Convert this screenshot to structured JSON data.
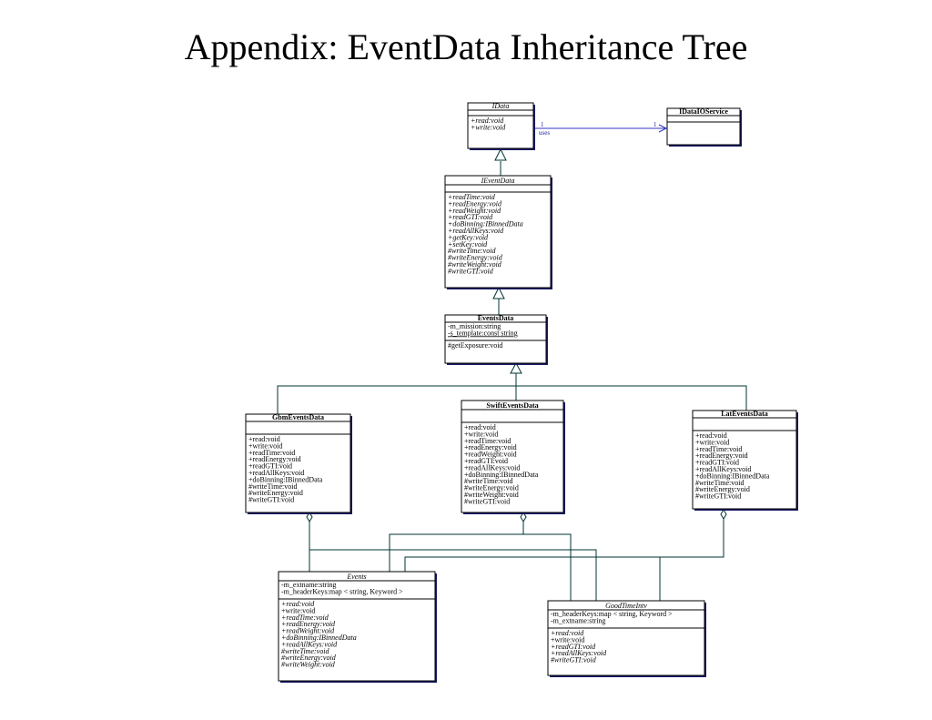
{
  "title": "Appendix: EventData Inheritance Tree",
  "colors": {
    "box_stroke": "#000000",
    "shadow": "#1a1a66",
    "assoc": "#3333cc",
    "line": "#003333"
  },
  "association": {
    "from_mult": "1",
    "label": "uses",
    "to_mult": "1"
  },
  "classes": {
    "idata": {
      "name": "IData",
      "italic": true,
      "attributes": [],
      "operations": [
        {
          "t": "+read:void",
          "s": "it"
        },
        {
          "t": "+write:void",
          "s": "it"
        }
      ]
    },
    "idataio": {
      "name": "IDataIOService",
      "italic": false,
      "attributes": [],
      "operations": []
    },
    "ieventdata": {
      "name": "IEventData",
      "italic": true,
      "attributes": [],
      "operations": [
        {
          "t": "+readTime:void",
          "s": "it"
        },
        {
          "t": "+readEnergy:void",
          "s": "it"
        },
        {
          "t": "+readWeight:void",
          "s": "it"
        },
        {
          "t": "+readGTI:void",
          "s": "it"
        },
        {
          "t": "+doBinning:IBinnedData",
          "s": "it"
        },
        {
          "t": "+readAllKeys:void",
          "s": "it"
        },
        {
          "t": "+getKey:void",
          "s": "it"
        },
        {
          "t": "+setKey:void",
          "s": "it"
        },
        {
          "t": "#writeTime:void",
          "s": "it"
        },
        {
          "t": "#writeEnergy:void",
          "s": "it"
        },
        {
          "t": "#writeWeight:void",
          "s": "it"
        },
        {
          "t": "#writeGTI:void",
          "s": "it"
        }
      ]
    },
    "eventsdata": {
      "name": "EventsData",
      "italic": false,
      "attributes": [
        {
          "t": "-m_mission:string",
          "s": "n"
        },
        {
          "t": "-s_template:const string",
          "s": "u"
        }
      ],
      "operations": [
        {
          "t": "#getExposure:void",
          "s": "n"
        }
      ]
    },
    "gbm": {
      "name": "GbmEventsData",
      "italic": false,
      "attributes": [],
      "operations": [
        {
          "t": "+read:void",
          "s": "n"
        },
        {
          "t": "+write:void",
          "s": "n"
        },
        {
          "t": "+readTime:void",
          "s": "n"
        },
        {
          "t": "+readEnergy:void",
          "s": "n"
        },
        {
          "t": "+readGTI:void",
          "s": "n"
        },
        {
          "t": "+readAllKeys:void",
          "s": "n"
        },
        {
          "t": "+doBinning:IBinnedData",
          "s": "n"
        },
        {
          "t": "#writeTime:void",
          "s": "n"
        },
        {
          "t": "#writeEnergy:void",
          "s": "n"
        },
        {
          "t": "#writeGTI:void",
          "s": "n"
        }
      ]
    },
    "swift": {
      "name": "SwiftEventsData",
      "italic": false,
      "attributes": [],
      "operations": [
        {
          "t": "+read:void",
          "s": "n"
        },
        {
          "t": "+write:void",
          "s": "n"
        },
        {
          "t": "+readTime:void",
          "s": "n"
        },
        {
          "t": "+readEnergy:void",
          "s": "n"
        },
        {
          "t": "+readWeight:void",
          "s": "n"
        },
        {
          "t": "+readGTI:void",
          "s": "n"
        },
        {
          "t": "+readAllKeys:void",
          "s": "n"
        },
        {
          "t": "+doBinning:IBinnedData",
          "s": "n"
        },
        {
          "t": "#writeTime:void",
          "s": "n"
        },
        {
          "t": "#writeEnergy:void",
          "s": "n"
        },
        {
          "t": "#writeWeight:void",
          "s": "n"
        },
        {
          "t": "#writeGTI:void",
          "s": "n"
        }
      ]
    },
    "lat": {
      "name": "LatEventsData",
      "italic": false,
      "attributes": [],
      "operations": [
        {
          "t": "+read:void",
          "s": "n"
        },
        {
          "t": "+write:void",
          "s": "n"
        },
        {
          "t": "+readTime:void",
          "s": "n"
        },
        {
          "t": "+readEnergy:void",
          "s": "n"
        },
        {
          "t": "+readGTI:void",
          "s": "n"
        },
        {
          "t": "+readAllKeys:void",
          "s": "n"
        },
        {
          "t": "+doBinning:IBinnedData",
          "s": "n"
        },
        {
          "t": "#writeTime:void",
          "s": "n"
        },
        {
          "t": "#writeEnergy:void",
          "s": "n"
        },
        {
          "t": "#writeGTI:void",
          "s": "n"
        }
      ]
    },
    "events": {
      "name": "Events",
      "italic": true,
      "attributes": [
        {
          "t": "-m_extname:string",
          "s": "n"
        },
        {
          "t": "-m_headerKeys:map < string, Keyword >",
          "s": "n"
        }
      ],
      "operations": [
        {
          "t": "+read:void",
          "s": "it"
        },
        {
          "t": "+write:void",
          "s": "n"
        },
        {
          "t": "+readTime:void",
          "s": "it"
        },
        {
          "t": "+readEnergy:void",
          "s": "it"
        },
        {
          "t": "+readWeight:void",
          "s": "it"
        },
        {
          "t": "+doBinning:IBinnedData",
          "s": "it"
        },
        {
          "t": "+readAllKeys:void",
          "s": "it"
        },
        {
          "t": "#writeTime:void",
          "s": "it"
        },
        {
          "t": "#writeEnergy:void",
          "s": "it"
        },
        {
          "t": "#writeWeight:void",
          "s": "it"
        }
      ]
    },
    "gti": {
      "name": "GoodTimeIntv",
      "italic": true,
      "attributes": [
        {
          "t": "-m_headerKeys:map < string, Keyword >",
          "s": "n"
        },
        {
          "t": "-m_extname:string",
          "s": "n"
        }
      ],
      "operations": [
        {
          "t": "+read:void",
          "s": "it"
        },
        {
          "t": "+write:void",
          "s": "n"
        },
        {
          "t": "+readGTI:void",
          "s": "it"
        },
        {
          "t": "+readAllKeys:void",
          "s": "it"
        },
        {
          "t": "#writeGTI:void",
          "s": "it"
        }
      ]
    }
  }
}
